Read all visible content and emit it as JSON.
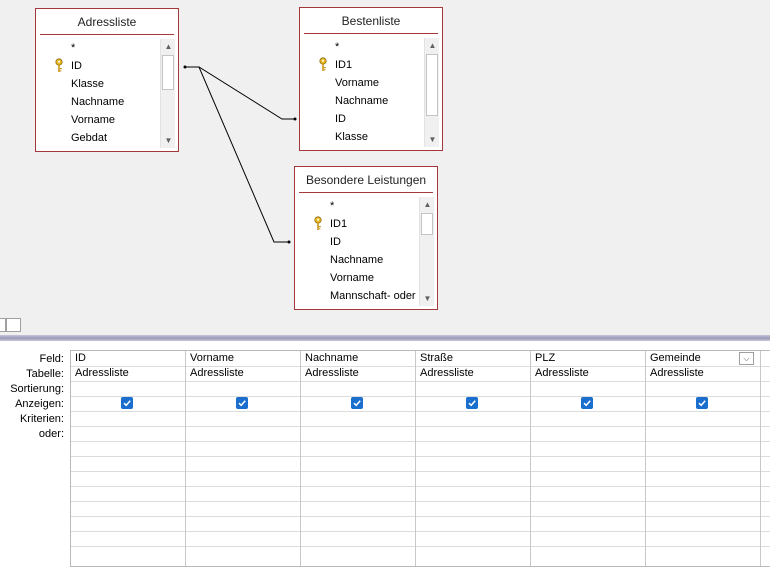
{
  "tables": {
    "adressliste": {
      "title": "Adressliste",
      "fields": [
        "*",
        "ID",
        "Klasse",
        "Nachname",
        "Vorname",
        "Gebdat"
      ],
      "key_field": "ID"
    },
    "bestenliste": {
      "title": "Bestenliste",
      "fields": [
        "*",
        "ID1",
        "Vorname",
        "Nachname",
        "ID",
        "Klasse"
      ],
      "key_field": "ID1"
    },
    "besondere": {
      "title": "Besondere Leistungen",
      "fields": [
        "*",
        "ID1",
        "ID",
        "Nachname",
        "Vorname",
        "Mannschaft- oder"
      ],
      "key_field": "ID1"
    }
  },
  "grid": {
    "row_labels": [
      "Feld:",
      "Tabelle:",
      "Sortierung:",
      "Anzeigen:",
      "Kriterien:",
      "oder:"
    ],
    "columns": [
      {
        "feld": "ID",
        "tabelle": "Adressliste",
        "anzeigen": true
      },
      {
        "feld": "Vorname",
        "tabelle": "Adressliste",
        "anzeigen": true
      },
      {
        "feld": "Nachname",
        "tabelle": "Adressliste",
        "anzeigen": true
      },
      {
        "feld": "Straße",
        "tabelle": "Adressliste",
        "anzeigen": true
      },
      {
        "feld": "PLZ",
        "tabelle": "Adressliste",
        "anzeigen": true
      },
      {
        "feld": "Gemeinde",
        "tabelle": "Adressliste",
        "anzeigen": true
      }
    ]
  },
  "colors": {
    "table_border": "#a4373a",
    "checkbox": "#1a6fce",
    "diagram_bg": "#f0f0f0"
  },
  "icons": {
    "key": "key-icon",
    "scroll_up": "scroll-up-icon",
    "scroll_down": "scroll-down-icon",
    "dropdown": "chevron-down-icon"
  }
}
